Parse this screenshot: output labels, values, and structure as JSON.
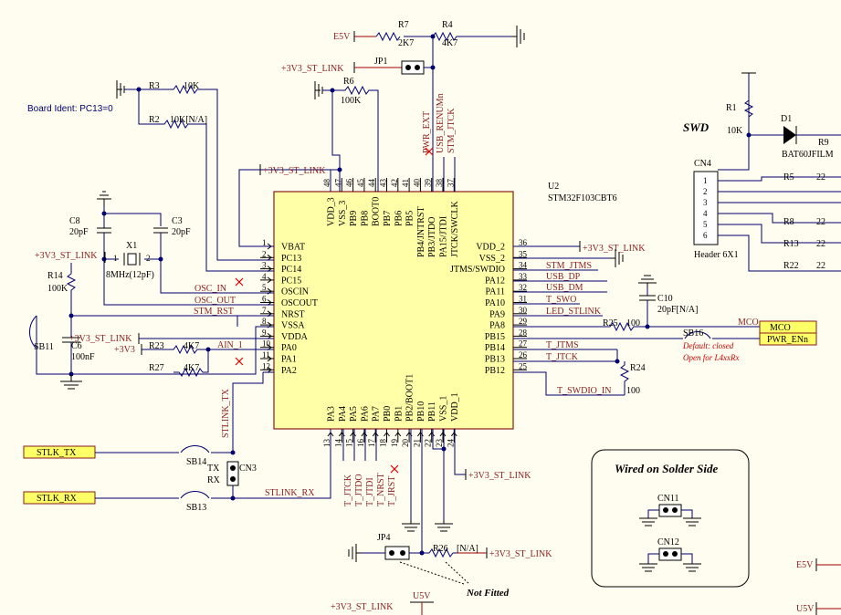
{
  "board_ident": "Board Ident: PC13=0",
  "chip": {
    "ref": "U2",
    "part": "STM32F103CBT6",
    "left_pins": [
      {
        "num": "1",
        "name": "VBAT"
      },
      {
        "num": "2",
        "name": "PC13"
      },
      {
        "num": "3",
        "name": "PC14"
      },
      {
        "num": "4",
        "name": "PC15"
      },
      {
        "num": "5",
        "name": "OSCIN"
      },
      {
        "num": "6",
        "name": "OSCOUT"
      },
      {
        "num": "7",
        "name": "NRST"
      },
      {
        "num": "8",
        "name": "VSSA"
      },
      {
        "num": "9",
        "name": "VDDA"
      },
      {
        "num": "10",
        "name": "PA0"
      },
      {
        "num": "11",
        "name": "PA1"
      },
      {
        "num": "12",
        "name": "PA2"
      }
    ],
    "right_pins": [
      {
        "num": "36",
        "name": "VDD_2"
      },
      {
        "num": "35",
        "name": "VSS_2"
      },
      {
        "num": "34",
        "name": "JTMS/SWDIO"
      },
      {
        "num": "33",
        "name": "PA12"
      },
      {
        "num": "32",
        "name": "PA11"
      },
      {
        "num": "31",
        "name": "PA10"
      },
      {
        "num": "30",
        "name": "PA9"
      },
      {
        "num": "29",
        "name": "PA8"
      },
      {
        "num": "28",
        "name": "PB15"
      },
      {
        "num": "27",
        "name": "PB14"
      },
      {
        "num": "26",
        "name": "PB13"
      },
      {
        "num": "25",
        "name": "PB12"
      }
    ],
    "top_pins": [
      {
        "num": "48",
        "name": "VDD_3"
      },
      {
        "num": "47",
        "name": "VSS_3"
      },
      {
        "num": "46",
        "name": "PB9"
      },
      {
        "num": "45",
        "name": "PB8"
      },
      {
        "num": "44",
        "name": "BOOT0"
      },
      {
        "num": "43",
        "name": "PB7"
      },
      {
        "num": "42",
        "name": "PB6"
      },
      {
        "num": "41",
        "name": "PB5"
      },
      {
        "num": "40",
        "name": "PB4/JNTRST"
      },
      {
        "num": "39",
        "name": "PB3/JTDO"
      },
      {
        "num": "38",
        "name": "PA15/JTDI"
      },
      {
        "num": "37",
        "name": "JTCK/SWCLK"
      }
    ],
    "bottom_pins": [
      {
        "num": "13",
        "name": "PA3"
      },
      {
        "num": "14",
        "name": "PA4"
      },
      {
        "num": "15",
        "name": "PA5"
      },
      {
        "num": "16",
        "name": "PA6"
      },
      {
        "num": "17",
        "name": "PA7"
      },
      {
        "num": "18",
        "name": "PB0"
      },
      {
        "num": "19",
        "name": "PB1"
      },
      {
        "num": "20",
        "name": "PB2/BOOT1"
      },
      {
        "num": "21",
        "name": "PB10"
      },
      {
        "num": "22",
        "name": "PB11"
      },
      {
        "num": "23",
        "name": "VSS_1"
      },
      {
        "num": "24",
        "name": "VDD_1"
      }
    ]
  },
  "components": {
    "r7": {
      "ref": "R7",
      "value": "2K7"
    },
    "r4": {
      "ref": "R4",
      "value": "4K7"
    },
    "jp1": {
      "ref": "JP1"
    },
    "r3": {
      "ref": "R3",
      "value": "10K"
    },
    "r2": {
      "ref": "R2",
      "value": "10K[N/A]"
    },
    "r6": {
      "ref": "R6",
      "value": "100K"
    },
    "c8": {
      "ref": "C8",
      "value": "20pF"
    },
    "c3": {
      "ref": "C3",
      "value": "20pF"
    },
    "x1": {
      "ref": "X1",
      "value": "8MHz(12pF)",
      "pin1": "1",
      "pin2": "2"
    },
    "r14": {
      "ref": "R14",
      "value": "100K"
    },
    "c6": {
      "ref": "C6",
      "value": "100nF"
    },
    "sb11": {
      "ref": "SB11"
    },
    "r23": {
      "ref": "R23",
      "value": "4K7"
    },
    "r27": {
      "ref": "R27",
      "value": "4K7"
    },
    "c10": {
      "ref": "C10",
      "value": "20pF[N/A]"
    },
    "r25": {
      "ref": "R25",
      "value": "100"
    },
    "sb16": {
      "ref": "SB16"
    },
    "r24": {
      "ref": "R24",
      "value": "100"
    },
    "sb14": {
      "ref": "SB14"
    },
    "sb13": {
      "ref": "SB13"
    },
    "cn3": {
      "ref": "CN3",
      "tx": "TX",
      "rx": "RX"
    },
    "jp4": {
      "ref": "JP4"
    },
    "r26": {
      "ref": "R26",
      "value": "[N/A]"
    },
    "r1": {
      "ref": "R1",
      "value": "10K"
    },
    "d1": {
      "ref": "D1",
      "value": "BAT60JFILM"
    },
    "r9": {
      "ref": "R9"
    },
    "cn4": {
      "ref": "CN4",
      "part": "Header 6X1",
      "pins": [
        "1",
        "2",
        "3",
        "4",
        "5",
        "6"
      ]
    },
    "r5": {
      "ref": "R5",
      "value": "22"
    },
    "r8": {
      "ref": "R8",
      "value": "22"
    },
    "r13": {
      "ref": "R13",
      "value": "22"
    },
    "r22": {
      "ref": "R22",
      "value": "22"
    },
    "cn11": {
      "ref": "CN11"
    },
    "cn12": {
      "ref": "CN12"
    }
  },
  "nets": {
    "e5v": "E5V",
    "u5v": "U5V",
    "v33": "+3V3_ST_LINK",
    "v3v3": "+3V3",
    "osc_in": "OSC_IN",
    "osc_out": "OSC_OUT",
    "stm_rst": "STM_RST",
    "ain1": "AIN_1",
    "stlink_tx": "STLINK_TX",
    "stlink_rx": "STLINK_RX",
    "stlk_tx": "STLK_TX",
    "stlk_rx": "STLK_RX",
    "stm_jtms": "STM_JTMS",
    "usb_dp": "USB_DP",
    "usb_dm": "USB_DM",
    "t_swo": "T_SWO",
    "led_stlink": "LED_STLINK",
    "t_jtms": "T_JTMS",
    "t_jtck": "T_JTCK",
    "t_swdio_in": "T_SWDIO_IN",
    "mco": "MCO",
    "pwr_enn": "PWR_ENn",
    "pwr_ext": "PWR_EXT",
    "usb_renumn": "USB_RENUMn",
    "stm_jtck": "STM_JTCK",
    "t_jtck_b": "T_JTCK",
    "t_jtdo": "T_JTDO",
    "t_jtdi": "T_JTDI",
    "t_nrst": "T_NRST",
    "t_jrst": "T_JRST"
  },
  "notes": {
    "default_closed": "Default: closed",
    "open_for": "Open for L4xxRx",
    "not_fitted": "Not Fitted",
    "wired_solder": "Wired on Solder Side",
    "swd": "SWD"
  }
}
